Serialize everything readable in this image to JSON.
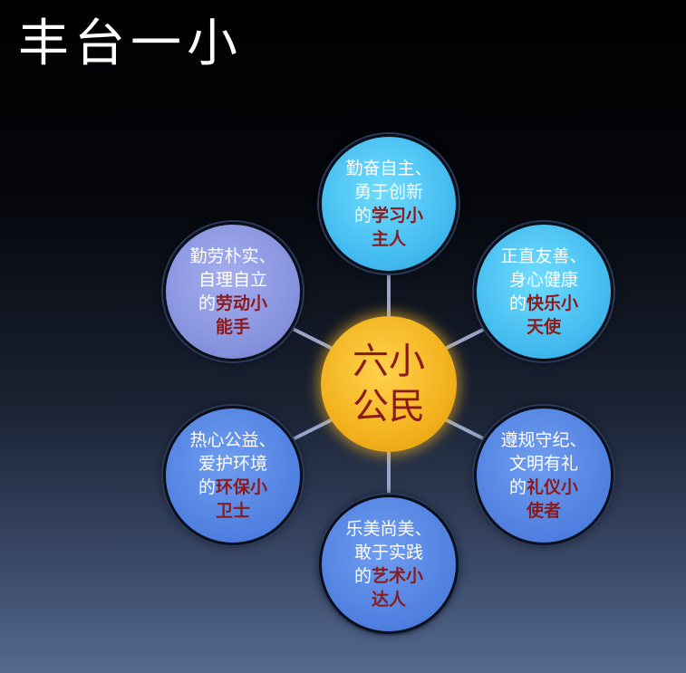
{
  "title": "丰台一小",
  "center": {
    "line1": "六小",
    "line2": "公民"
  },
  "nodes": {
    "top": {
      "line1": "勤奋自主、",
      "line2": "勇于创新",
      "prefix": "的",
      "highlight1": "学习小",
      "highlight2": "主人"
    },
    "upper_right": {
      "line1": "正直友善、",
      "line2": "身心健康",
      "prefix": "的",
      "highlight1": "快乐小",
      "highlight2": "天使"
    },
    "lower_right": {
      "line1": "遵规守纪、",
      "line2": "文明有礼",
      "prefix": "的",
      "highlight1": "礼仪小",
      "highlight2": "使者"
    },
    "bottom": {
      "line1": "乐美尚美、",
      "line2": "敢于实践",
      "prefix": "的",
      "highlight1": "艺术小",
      "highlight2": "达人"
    },
    "lower_left": {
      "line1": "热心公益、",
      "line2": "爱护环境",
      "prefix": "的",
      "highlight1": "环保小",
      "highlight2": "卫士"
    },
    "upper_left": {
      "line1": "勤劳朴实、",
      "line2": "自理自立",
      "prefix": "的",
      "highlight1": "劳动小",
      "highlight2": "能手"
    }
  },
  "colors": {
    "highlight_text": "#8b1a1a",
    "center_fill": "#f2b21d",
    "top_right_fill": "#3fb8ee",
    "left_fill": "#8490dc",
    "lower_fill": "#4f7fe0"
  }
}
